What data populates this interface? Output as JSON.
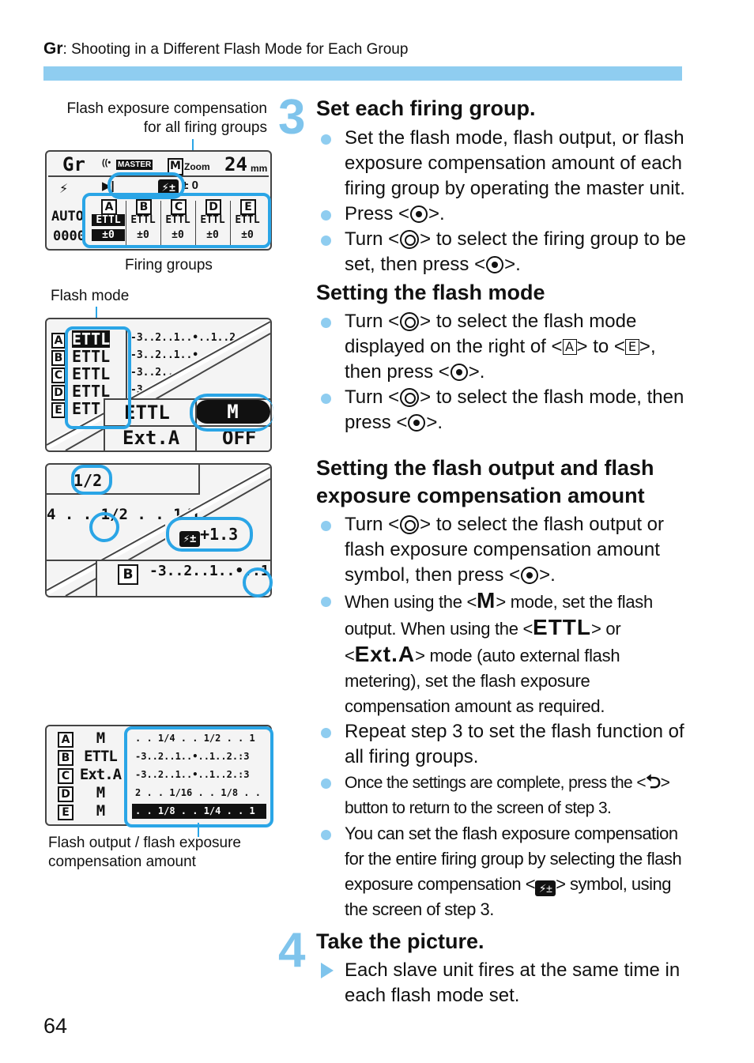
{
  "header": {
    "section_code": "Gr",
    "title": ": Shooting in a Different Flash Mode for Each Group"
  },
  "figure1": {
    "callout_top": "Flash exposure compensation\nfor all firing groups",
    "callout_bottom": "Firing groups",
    "lcd": {
      "mode": "Gr",
      "master_badge": "MASTER",
      "m_box": "M",
      "zoom": "Zoom",
      "focal": "24",
      "focal_unit": "mm",
      "comp_value": "± 0",
      "auto_label": "AUTO",
      "auto_value": "0000",
      "groups": [
        "A",
        "B",
        "C",
        "D",
        "E"
      ],
      "group_modes": [
        "ETTL",
        "ETTL",
        "ETTL",
        "ETTL",
        "ETTL"
      ],
      "group_comp": [
        "±0",
        "±0",
        "±0",
        "±0",
        "±0"
      ]
    }
  },
  "figure2": {
    "callout": "Flash mode",
    "rows": [
      "A",
      "B",
      "C",
      "D",
      "E"
    ],
    "row_modes": [
      "ETTL",
      "ETTL",
      "ETTL",
      "ETTL",
      "ETT"
    ],
    "scale_rows": [
      "-3..2..1..•..1..2",
      "-3..2..1..•",
      "-3..2..",
      "-3"
    ],
    "options": [
      "ETTL",
      "M",
      "Ext.A",
      "OFF"
    ]
  },
  "figure3": {
    "value": "1/2",
    "scale": "4 . . 1/2 . . 1/1",
    "comp_value": "+1.3",
    "group": "B",
    "comp_scale": "-3..2..1..•..1..2"
  },
  "figure4": {
    "rows": [
      "A",
      "B",
      "C",
      "D",
      "E"
    ],
    "modes": [
      "M",
      "ETTL",
      "Ext.A",
      "M",
      "M"
    ],
    "scales": [
      ". . 1/4 . . 1/2 . . 1",
      "-3..2..1..•..1..2.:3",
      "-3..2..1..•..1..2.:3",
      "2 . . 1/16 . . 1/8 . .",
      ". . 1/8 . . 1/4 . . 1"
    ],
    "callout": "Flash output / flash exposure\ncompensation amount"
  },
  "step3": {
    "number": "3",
    "heading": "Set each firing group.",
    "bullets": [
      [
        "Set the flash mode, flash output, or flash exposure compensation amount of each firing group by operating the master unit."
      ],
      [
        "Press <",
        ">."
      ],
      [
        "Turn <",
        "> to select the firing group to be set, then press <",
        ">."
      ]
    ]
  },
  "flash_mode": {
    "heading": "Setting the flash mode",
    "b1": [
      "Turn <",
      "> to select the flash mode displayed on the right of <",
      "A",
      "> to <",
      "E",
      ">, then press <",
      ">."
    ],
    "b2": [
      "Turn <",
      "> to select the flash mode, then press <",
      ">."
    ]
  },
  "output": {
    "heading": "Setting the flash output and flash exposure compensation amount",
    "b1": [
      "Turn <",
      "> to select the flash output or flash exposure compensation amount symbol, then press <",
      ">."
    ],
    "b2": [
      "When using the <",
      "M",
      "> mode, set the flash output. When using the <",
      "ETTL",
      "> or <",
      "Ext.A",
      "> mode (auto external flash metering), set the flash exposure compensation amount as required."
    ],
    "b3": [
      "Repeat step 3 to set the flash function of all firing groups."
    ],
    "b4": [
      "Once the settings are complete, press the <",
      "> button to return to the screen of step 3."
    ],
    "b5": [
      "You can set the flash exposure compensation for the entire firing group by selecting the flash exposure compensation <",
      "> symbol, using the screen of step 3."
    ]
  },
  "step4": {
    "number": "4",
    "heading": "Take the picture.",
    "result": "Each slave unit fires at the same time in each flash mode set."
  },
  "page_number": "64",
  "colors": {
    "accent": "#2aa5e6",
    "bar": "#8fcdf0",
    "step_number": "#7fc4ec"
  }
}
